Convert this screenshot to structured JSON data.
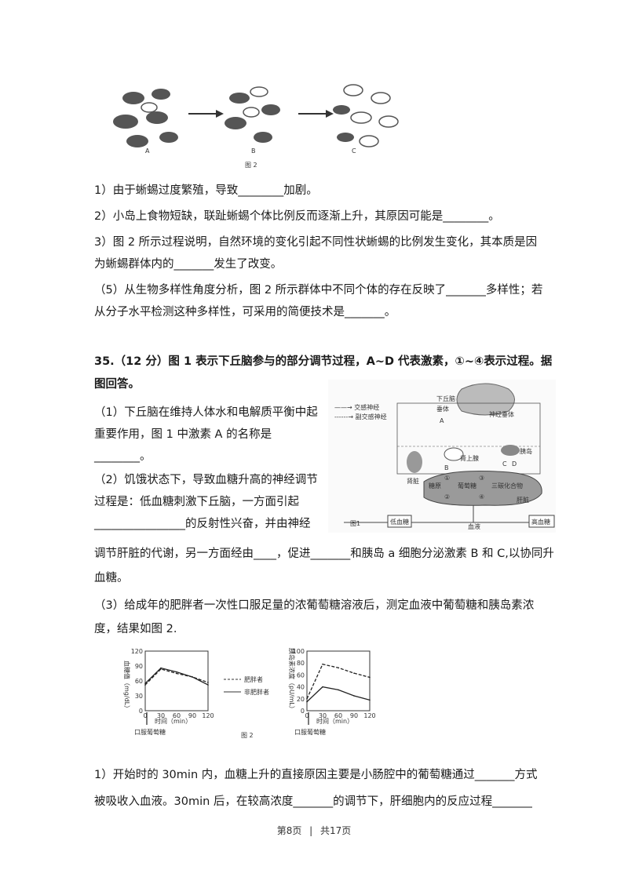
{
  "fig2_top": {
    "labels": [
      "A",
      "B",
      "C"
    ],
    "caption": "图 2"
  },
  "q_lizard": {
    "l1": "1）由于蜥蜴过度繁殖，导致________加剧。",
    "l2": "2）小岛上食物短缺，联趾蜥蜴个体比例反而逐渐上升，其原因可能是________。",
    "l3a": "3）图 2 所示过程说明，自然环境的变化引起不同性状蜥蜴的比例发生变化，其本质是因",
    "l3b": "为蜥蜴群体内的_______发生了改变。",
    "l5a": "（5）从生物多样性角度分析，图 2 所示群体中不同个体的存在反映了_______多样性；若",
    "l5b": "从分子水平检测这种多样性，可采用的简便技术是_______。"
  },
  "q35": {
    "title_a": "35.（12 分）图 1 表示下丘脑参与的部分调节过程，A~D 代表激素，①~④表示过程。据",
    "title_b": "图回答。",
    "p1": "（1）下丘脑在维持人体水和电解质平衡中起重要作用，图 1 中激素 A 的名称是________。",
    "p2": "（2）饥饿状态下，导致血糖升高的神经调节过程是：低血糖刺激下丘脑，一方面引起________________的反射性兴奋，并由神经",
    "p2_cont": "调节肝脏的代谢，另一方面经由____，促进_______和胰岛 a 细胞分泌激素 B 和 C,以协同升",
    "p2_end": "血糖。",
    "p3a": "（3）给成年的肥胖者一次性口服足量的浓葡萄糖溶液后，测定血液中葡萄糖和胰岛素浓",
    "p3b": "度，结果如图 2.",
    "sub1a": "1）开始时的 30min 内，血糖上升的直接原因主要是小肠腔中的葡萄糖通过_______方式",
    "sub1b": "被吸收入血液。30min 后，在较高浓度_______的调节下，肝细胞内的反应过程_______"
  },
  "fig1": {
    "legend_sym": "——→ 交感神经",
    "legend_para": "------→ 副交感神经",
    "hypothalamus": "下丘脑",
    "pituitary": "垂体",
    "nucleus": "神经垂体",
    "kidney": "肾脏",
    "adrenal": "肾上腺",
    "pancreas": "胰岛",
    "liver": "肝脏",
    "glycogen": "糖原",
    "glucose": "葡萄糖",
    "tca": "三碳化合物",
    "blood": "血液",
    "a_label": "A",
    "b_label": "B",
    "c_label": "C",
    "d_label": "D",
    "low_sugar": "低血糖",
    "high_sugar": "高血糖",
    "caption": "图1",
    "marks": [
      "①",
      "②",
      "③",
      "④"
    ]
  },
  "chart_data": [
    {
      "type": "line",
      "ylabel": "血糖值（mg/dL）",
      "xlabel": "时间（min）",
      "ylim": [
        0,
        120
      ],
      "yticks": [
        0,
        30,
        60,
        90,
        120
      ],
      "x": [
        0,
        30,
        60,
        90,
        120
      ],
      "series": [
        {
          "name": "肥胖者",
          "style": "dashed",
          "values": [
            52,
            84,
            75,
            68,
            57
          ]
        },
        {
          "name": "非肥胖者",
          "style": "solid",
          "values": [
            55,
            86,
            78,
            68,
            52
          ]
        }
      ],
      "annotation": "口服葡萄糖"
    },
    {
      "type": "line",
      "ylabel": "胰岛素浓度（pU/mL）",
      "xlabel": "时间（min）",
      "ylim": [
        0,
        100
      ],
      "yticks": [
        0,
        20,
        40,
        60,
        80,
        100
      ],
      "x": [
        0,
        30,
        60,
        90,
        120
      ],
      "series": [
        {
          "name": "肥胖者",
          "style": "dashed",
          "values": [
            20,
            78,
            72,
            63,
            56
          ]
        },
        {
          "name": "非肥胖者",
          "style": "solid",
          "values": [
            15,
            40,
            35,
            25,
            18
          ]
        }
      ],
      "annotation": "口服葡萄糖"
    }
  ],
  "fig2_chart_caption": "图 2",
  "legend": {
    "obese": "肥胖者",
    "nonobese": "非肥胖者"
  },
  "footer": {
    "page": "第8页",
    "sep": "|",
    "total": "共17页"
  }
}
